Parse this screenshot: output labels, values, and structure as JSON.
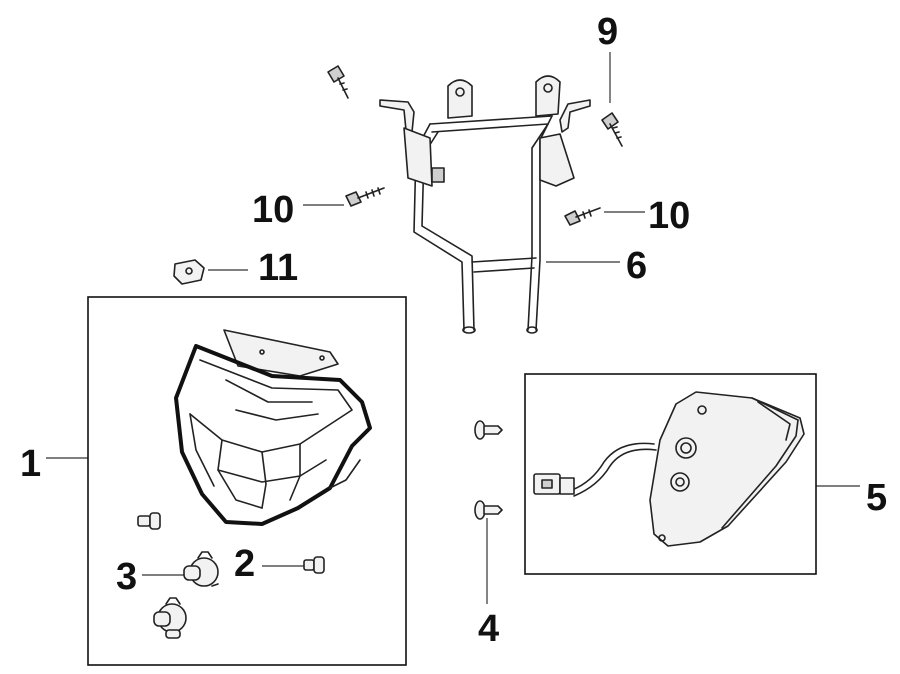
{
  "callouts": {
    "c1": "1",
    "c2": "2",
    "c3": "3",
    "c4": "4",
    "c5": "5",
    "c6": "6",
    "c9": "9",
    "c10a": "10",
    "c10b": "10",
    "c11": "11"
  }
}
